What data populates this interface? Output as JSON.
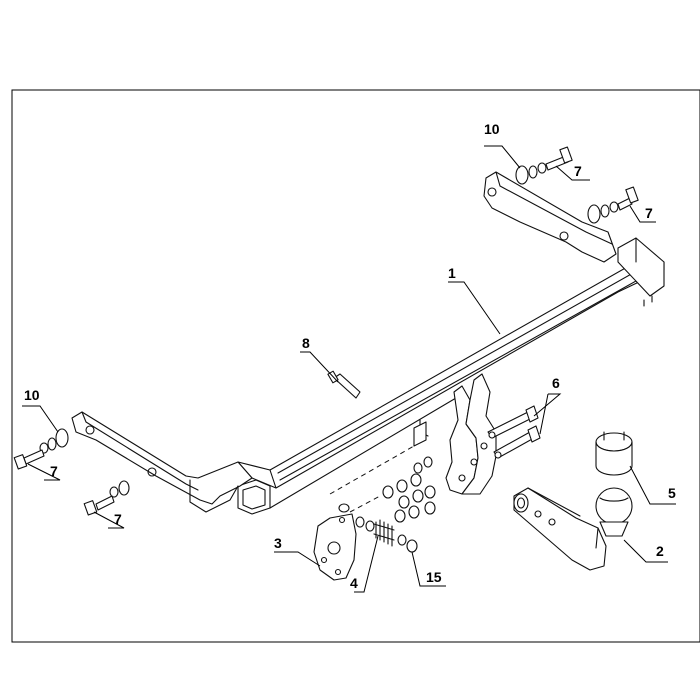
{
  "labels": {
    "part_1": "1",
    "part_2": "2",
    "part_3": "3",
    "part_4": "4",
    "part_5": "5",
    "part_6": "6",
    "part_7_top_a": "7",
    "part_7_top_b": "7",
    "part_7_left_a": "7",
    "part_7_left_b": "7",
    "part_8": "8",
    "part_10_top": "10",
    "part_10_left": "10",
    "part_15": "15"
  }
}
